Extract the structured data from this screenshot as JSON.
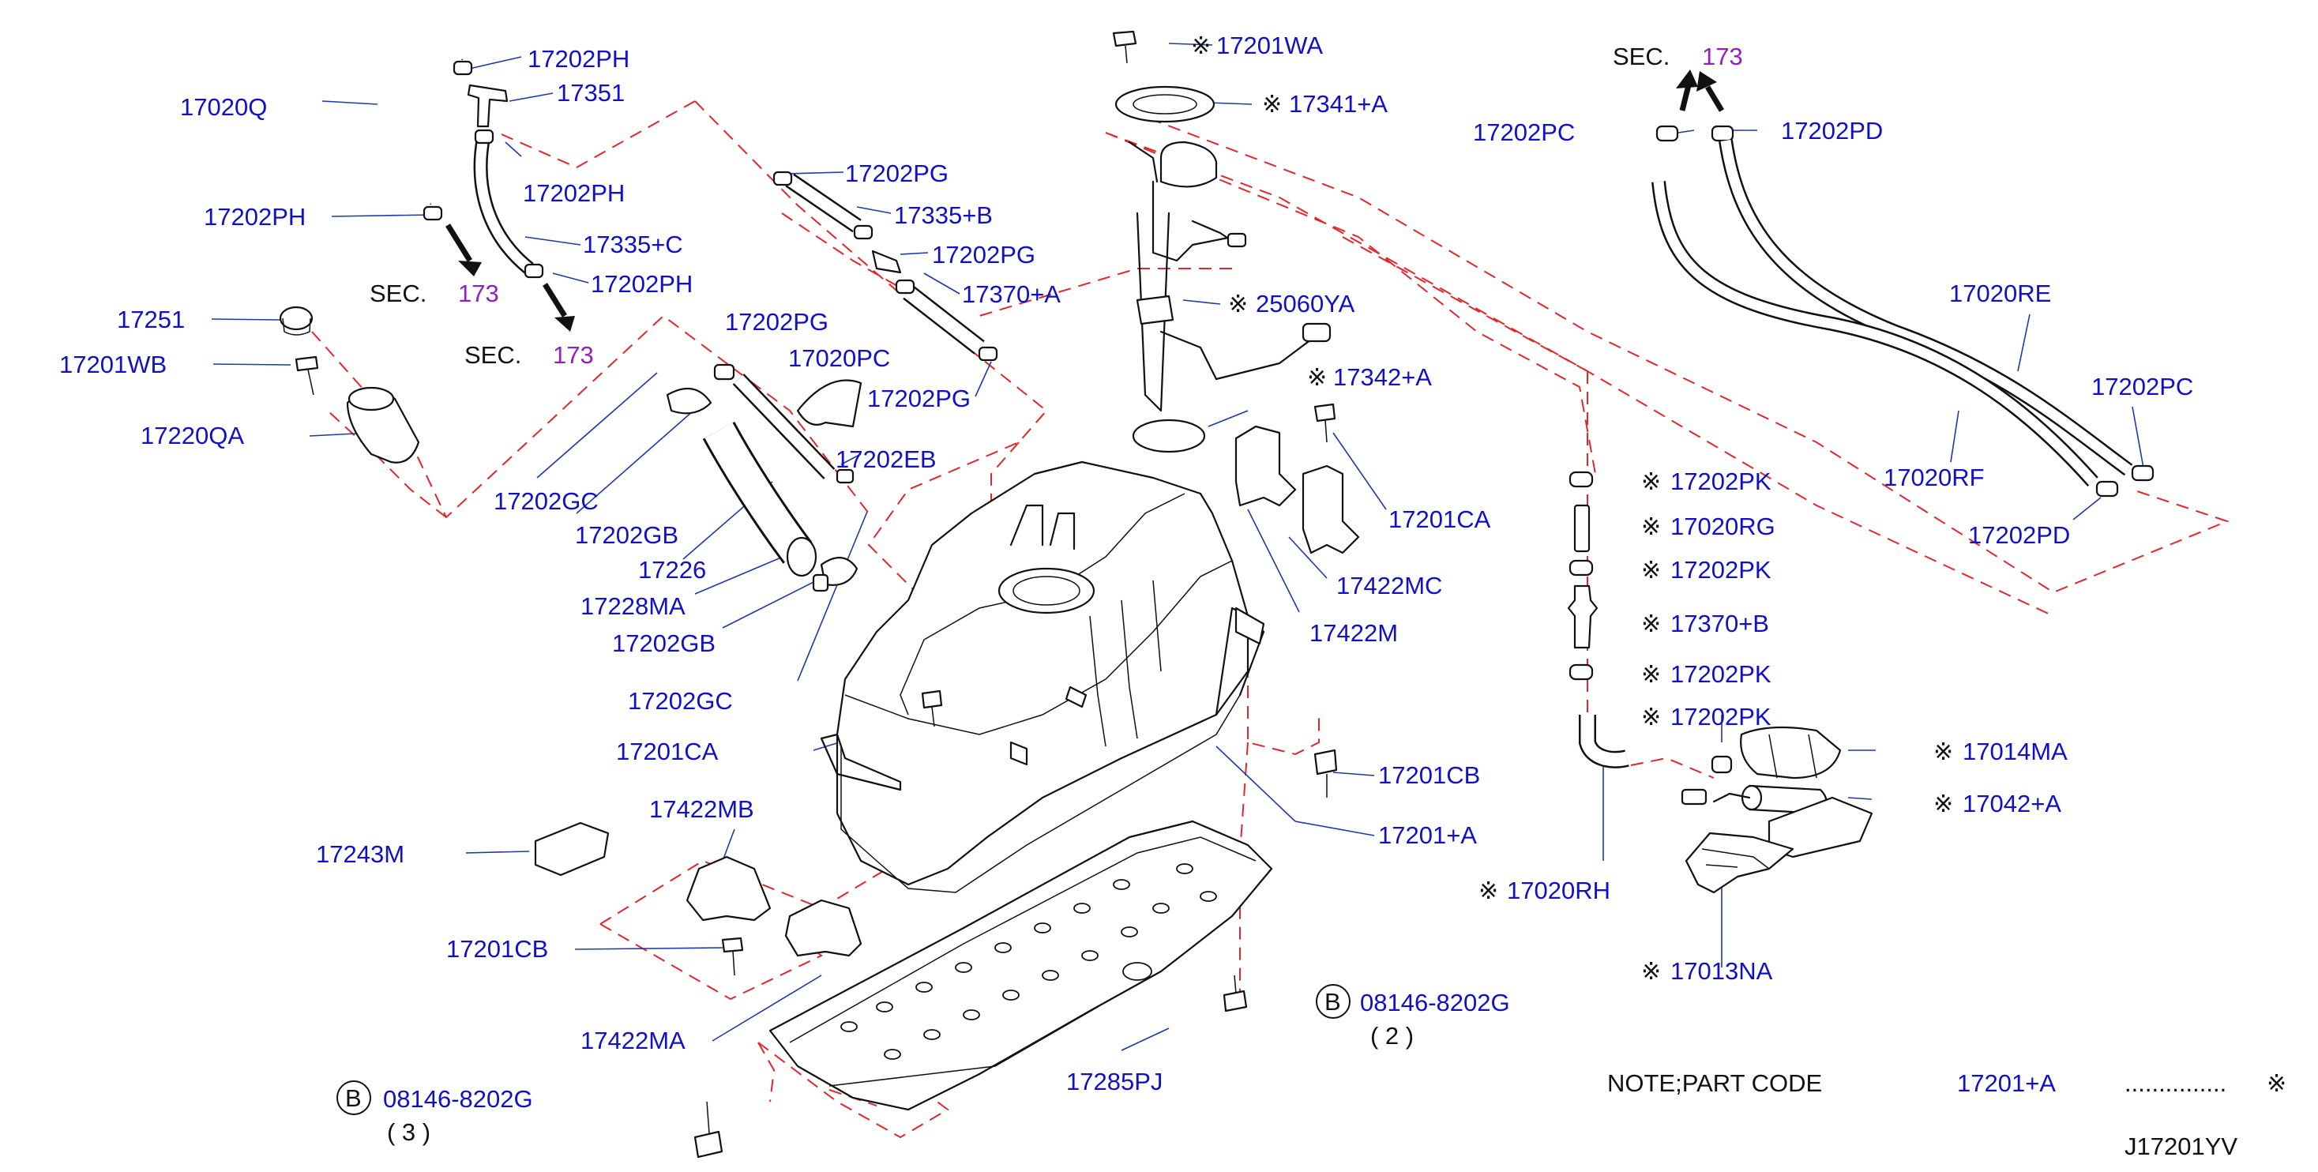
{
  "callouts": {
    "c17202PH_a": "17202PH",
    "c17351": "17351",
    "c17020Q": "17020Q",
    "c17202PH_b": "17202PH",
    "c17202PH_c": "17202PH",
    "c17335C": "17335+C",
    "c17202PH_d": "17202PH",
    "c17202PG_a": "17202PG",
    "c17335B": "17335+B",
    "c17202PG_b": "17202PG",
    "c17370A": "17370+A",
    "c17202PG_c": "17202PG",
    "c17020PC": "17020PC",
    "c17202PG_d": "17202PG",
    "c17202EB": "17202EB",
    "c17251": "17251",
    "c17201WB": "17201WB",
    "c17220QA": "17220QA",
    "c17202GC_a": "17202GC",
    "c17202GB_a": "17202GB",
    "c17226": "17226",
    "c17228MA": "17228MA",
    "c17202GB_b": "17202GB",
    "c17202GC_b": "17202GC",
    "c17201CA_a": "17201CA",
    "c17201WA": "17201WA",
    "c17341A": "17341+A",
    "c25060YA": "25060YA",
    "c17342A": "17342+A",
    "c17201CA_b": "17201CA",
    "c17422MC": "17422MC",
    "c17422M": "17422M",
    "c17201CB_a": "17201CB",
    "c17201A": "17201+A",
    "c17422MB": "17422MB",
    "c17243M": "17243M",
    "c17201CB_b": "17201CB",
    "c17422MA": "17422MA",
    "c08146_a": "08146-8202G",
    "qty_a": "( 2 )",
    "c08146_b": "08146-8202G",
    "qty_b": "( 3 )",
    "c17285PJ": "17285PJ",
    "c17202PC_a": "17202PC",
    "c17202PD_a": "17202PD",
    "c17020RE": "17020RE",
    "c17202PC_b": "17202PC",
    "c17020RF": "17020RF",
    "c17202PD_b": "17202PD",
    "c17202PK_a": "17202PK",
    "c17020RG": "17020RG",
    "c17202PK_b": "17202PK",
    "c17370B": "17370+B",
    "c17202PK_c": "17202PK",
    "c17202PK_d": "17202PK",
    "c17014MA": "17014MA",
    "c17042A": "17042+A",
    "c17020RH": "17020RH",
    "c17013NA": "17013NA"
  },
  "sec_refs": {
    "sec_label": "SEC.",
    "sec_number": "173"
  },
  "bolt_marker": "B",
  "note": {
    "prefix": "NOTE;PART   CODE",
    "part": "17201+A",
    "dots": "...............",
    "symbol": "※"
  },
  "star_symbol": "※",
  "diagram_code": "J17201YV",
  "colors": {
    "callout_text": "#1010c8",
    "section_number": "#9020c0",
    "guide_dash": "#e0282a",
    "leader": "#1d3aa8",
    "linework": "#111111"
  }
}
